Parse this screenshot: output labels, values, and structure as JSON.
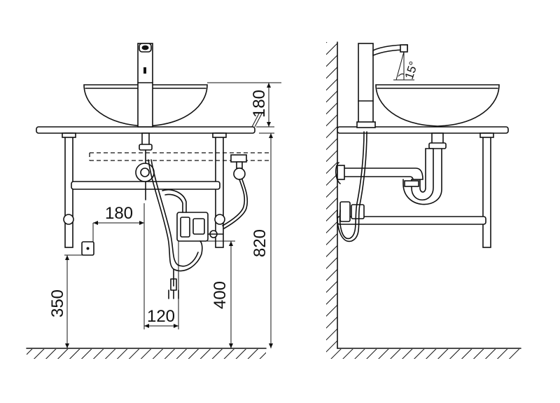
{
  "front_view": {
    "dimensions": {
      "bowl_height": "180",
      "sensor_box_offset": "180",
      "sensor_box_height": "350",
      "faucet_to_box": "120",
      "control_box_height": "400",
      "counter_height": "820"
    }
  },
  "side_view": {
    "spout_angle": "15°"
  }
}
